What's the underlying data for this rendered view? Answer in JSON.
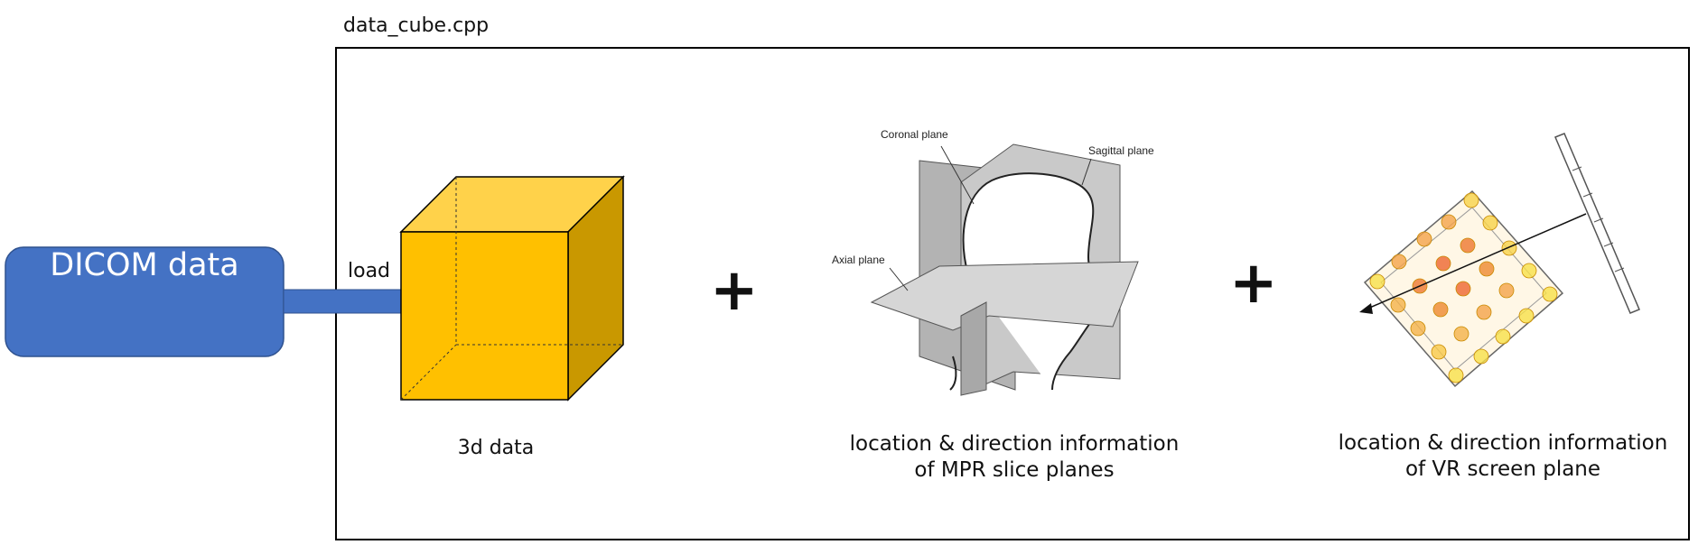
{
  "file_name": "data_cube.cpp",
  "source": {
    "label": "DICOM data",
    "fill": "#4472C4",
    "stroke": "#2F528F"
  },
  "arrow": {
    "label": "load",
    "fill": "#4472C4"
  },
  "cube": {
    "caption": "3d data",
    "front": "#FFC000",
    "top": "#FFD24A",
    "side": "#C99800"
  },
  "plus_sign": "+",
  "mpr": {
    "caption_line1": "location & direction information",
    "caption_line2": "of MPR slice planes",
    "planes": {
      "coronal": "Coronal plane",
      "sagittal": "Sagittal plane",
      "axial": "Axial plane"
    }
  },
  "vr": {
    "caption_line1": "location & direction information",
    "caption_line2": "of VR screen plane"
  }
}
